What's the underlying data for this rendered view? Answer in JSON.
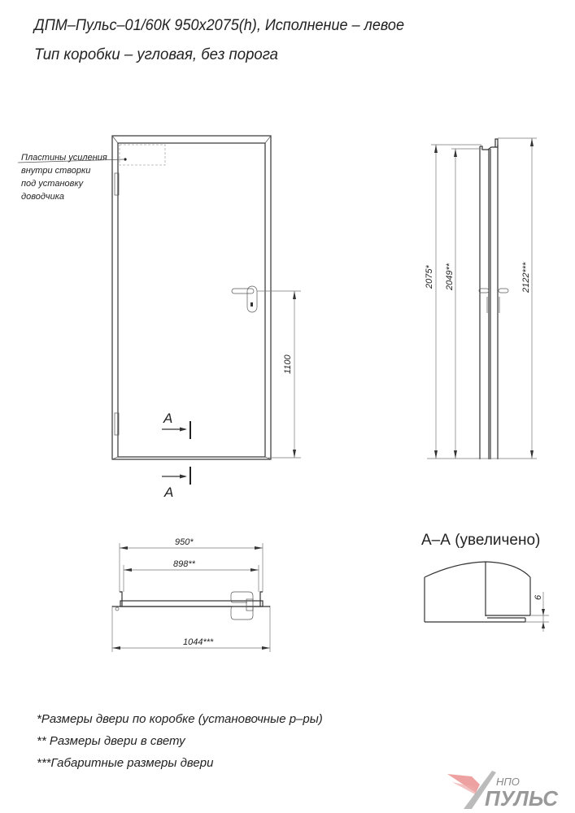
{
  "header": {
    "title_line1": "ДПМ–Пульс–01/60К  950х2075(h), Исполнение – левое",
    "title_line2": "Тип коробки – угловая, без порога"
  },
  "front_view": {
    "annotation": [
      "Пластины усиления",
      "внутри створки",
      "под установку",
      "доводчика"
    ],
    "handle_height_dim": "1100",
    "section_label": "А"
  },
  "side_view": {
    "dims": [
      "2075*",
      "2049**",
      "2122***"
    ]
  },
  "plan_view": {
    "dims": [
      "950*",
      "898**",
      "1044***"
    ]
  },
  "section": {
    "title": "А–А (увеличено)",
    "dim": "6"
  },
  "footnotes": [
    "*Размеры двери по коробке (установочные р–ры)",
    "** Размеры двери в свету",
    "***Габаритные размеры двери"
  ],
  "logo": {
    "line1": "НПО",
    "line2": "ПУЛЬС",
    "accent": "#e88a8a"
  }
}
